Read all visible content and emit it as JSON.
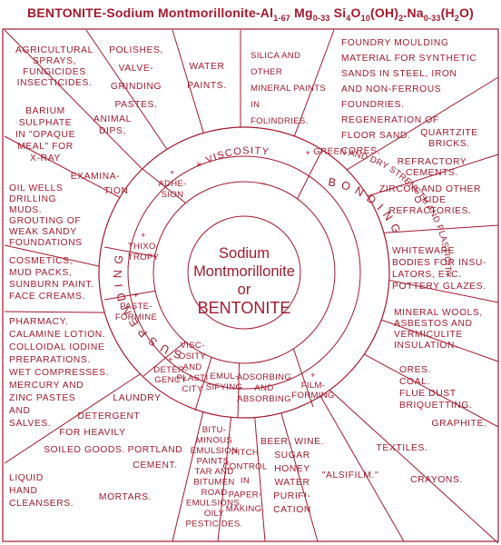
{
  "title": {
    "lead": "BENTONITE-Sodium Montmorillonite-Al",
    "parts": [
      {
        "t": "1-67",
        "sub": true
      },
      {
        "t": " Mg",
        "sub": false
      },
      {
        "t": "0-33",
        "sub": true
      },
      {
        "t": " Si",
        "sub": false
      },
      {
        "t": "4",
        "sub": true
      },
      {
        "t": "O",
        "sub": false
      },
      {
        "t": "10",
        "sub": true
      },
      {
        "t": "(OH)",
        "sub": false
      },
      {
        "t": "2",
        "sub": true
      },
      {
        "t": ".Na",
        "sub": false
      },
      {
        "t": "0-33",
        "sub": true
      },
      {
        "t": "(H",
        "sub": false
      },
      {
        "t": "2",
        "sub": true
      },
      {
        "t": "O)",
        "sub": false
      }
    ]
  },
  "center": {
    "line1": "Sodium",
    "line2": "Montmorillonite",
    "line3": "or",
    "line4": "BENTONITE"
  },
  "rings": {
    "suspending": "SUSPENDING",
    "bonding": "BONDING",
    "viscosity": "+ VISCOSITY",
    "green_dry": "+ GREEN AND DRY STRENGTH AND PLASTICITY"
  },
  "inner": {
    "adhesion": [
      "+",
      "ADHE-",
      "SION"
    ],
    "thixotropy": [
      "+",
      "THIXO-",
      "TROPY"
    ],
    "pasteformine": [
      "+",
      "PASTE-",
      "FORMINE"
    ],
    "detergency": [
      "+",
      "DETER-",
      "GENCY"
    ],
    "viscosity_plasticity": [
      "VISC-",
      "OSITY",
      "AND",
      "PLASTI",
      "CITY"
    ],
    "emulsifying": [
      "EMUL-",
      "SIFYING"
    ],
    "adsorbing": [
      "ADSORBING",
      "AND",
      "ABSORBING"
    ],
    "film_forming": [
      "+",
      "FILM-",
      "FORMING"
    ]
  },
  "outer": {
    "agricultural": [
      "AGRICULTURAL",
      "SPRAYS,",
      "FUNGICIDES",
      "INSECTICIDES."
    ],
    "polishes": [
      "POLISHES,",
      "VALVE-",
      "GRINDING",
      "PASTES."
    ],
    "water_paints": [
      "WATER",
      "PAINTS."
    ],
    "silica_paints": [
      "SILICA AND",
      "OTHER",
      "MINERAL PAINTS",
      "IN",
      "FOLINDRIES."
    ],
    "foundry": [
      "FOUNDRY MOULDING",
      "MATERIAL FOR SYNTHETIC",
      "SANDS IN STEEL, IRON",
      "AND NON-FERROUS",
      "FOUNDRIES.",
      "REGENERATION OF",
      "FLOOR SAND.",
      "CORES."
    ],
    "barium": [
      "BARIUM",
      "SULPHATE",
      "IN \"OPAQUE",
      "MEAL\" FOR",
      "X-RAY"
    ],
    "animal_dips": [
      "ANIMAL",
      "DIPS,"
    ],
    "examination": "EXAMINA-",
    "examination2": "TION",
    "quartzite": [
      "QUARTZITE",
      "BRICKS."
    ],
    "refractory": [
      "REFRACTORY",
      "CEMENTS."
    ],
    "zircon": [
      "ZIRCON  AND  OTHER",
      "OXIDE",
      "REFRACTORIES."
    ],
    "oil_wells": [
      "OIL WELLS",
      "DRILLING",
      "MUDS.",
      "GROUTING OF",
      "WEAK SANDY",
      "FOUNDATIONS"
    ],
    "whiteware": [
      "WHITEWARE",
      "BODIES FOR INSU-",
      "LATORS, ETC.",
      "POTTERY GLAZES."
    ],
    "cosmetics": [
      "COSMETICS,",
      "MUD PACKS,",
      "SUNBURN PAINT.",
      "FACE CREAMS."
    ],
    "mineral_wools": [
      "MINERAL WOOLS,",
      "ASBESTOS AND",
      "VERMICULITE",
      "INSULATION."
    ],
    "pharmacy": [
      "PHARMACY.",
      "CALAMINE LOTION.",
      "COLLOIDAL IODINE",
      "PREPARATIONS.",
      "WET COMPRESSES.",
      "MERCURY AND",
      "ZINC PASTES",
      "AND",
      "SALVES."
    ],
    "ores": [
      "ORES.",
      "COAL.",
      "FLUE DUST",
      "BRIQUETTING."
    ],
    "graphite": "GRAPHITE.",
    "laundry": "LAUNDRY",
    "detergent": "DETERGENT",
    "for_heavily": "FOR HEAVILY",
    "soiled_goods": "SOILED GOODS.",
    "portland": [
      "PORTLAND",
      "CEMENT."
    ],
    "mortars": "MORTARS.",
    "bituminous": [
      "BITU-",
      "MINOUS",
      "EMULSION",
      "PAINTS.",
      "TAR AND",
      "BITUMEN",
      "ROAD",
      "EMULSIONS.",
      "OILY",
      "PESTICIDES."
    ],
    "pitch": [
      "PITCH",
      "CONTROL",
      "IN",
      "PAPER-",
      "MAKING."
    ],
    "beer": [
      "BEER.  WINE.",
      "SUGAR",
      "HONEY",
      "WATER",
      "PURIFI-",
      "CATION"
    ],
    "alsifilm": "\"ALSIFILM.\"",
    "textiles": "TEXTILES.",
    "crayons": "CRAYONS.",
    "liquid": [
      "LIQUID",
      "HAND",
      "CLEANSERS."
    ]
  },
  "colors": {
    "ink": "#a3192c",
    "background": "#ffffff"
  }
}
